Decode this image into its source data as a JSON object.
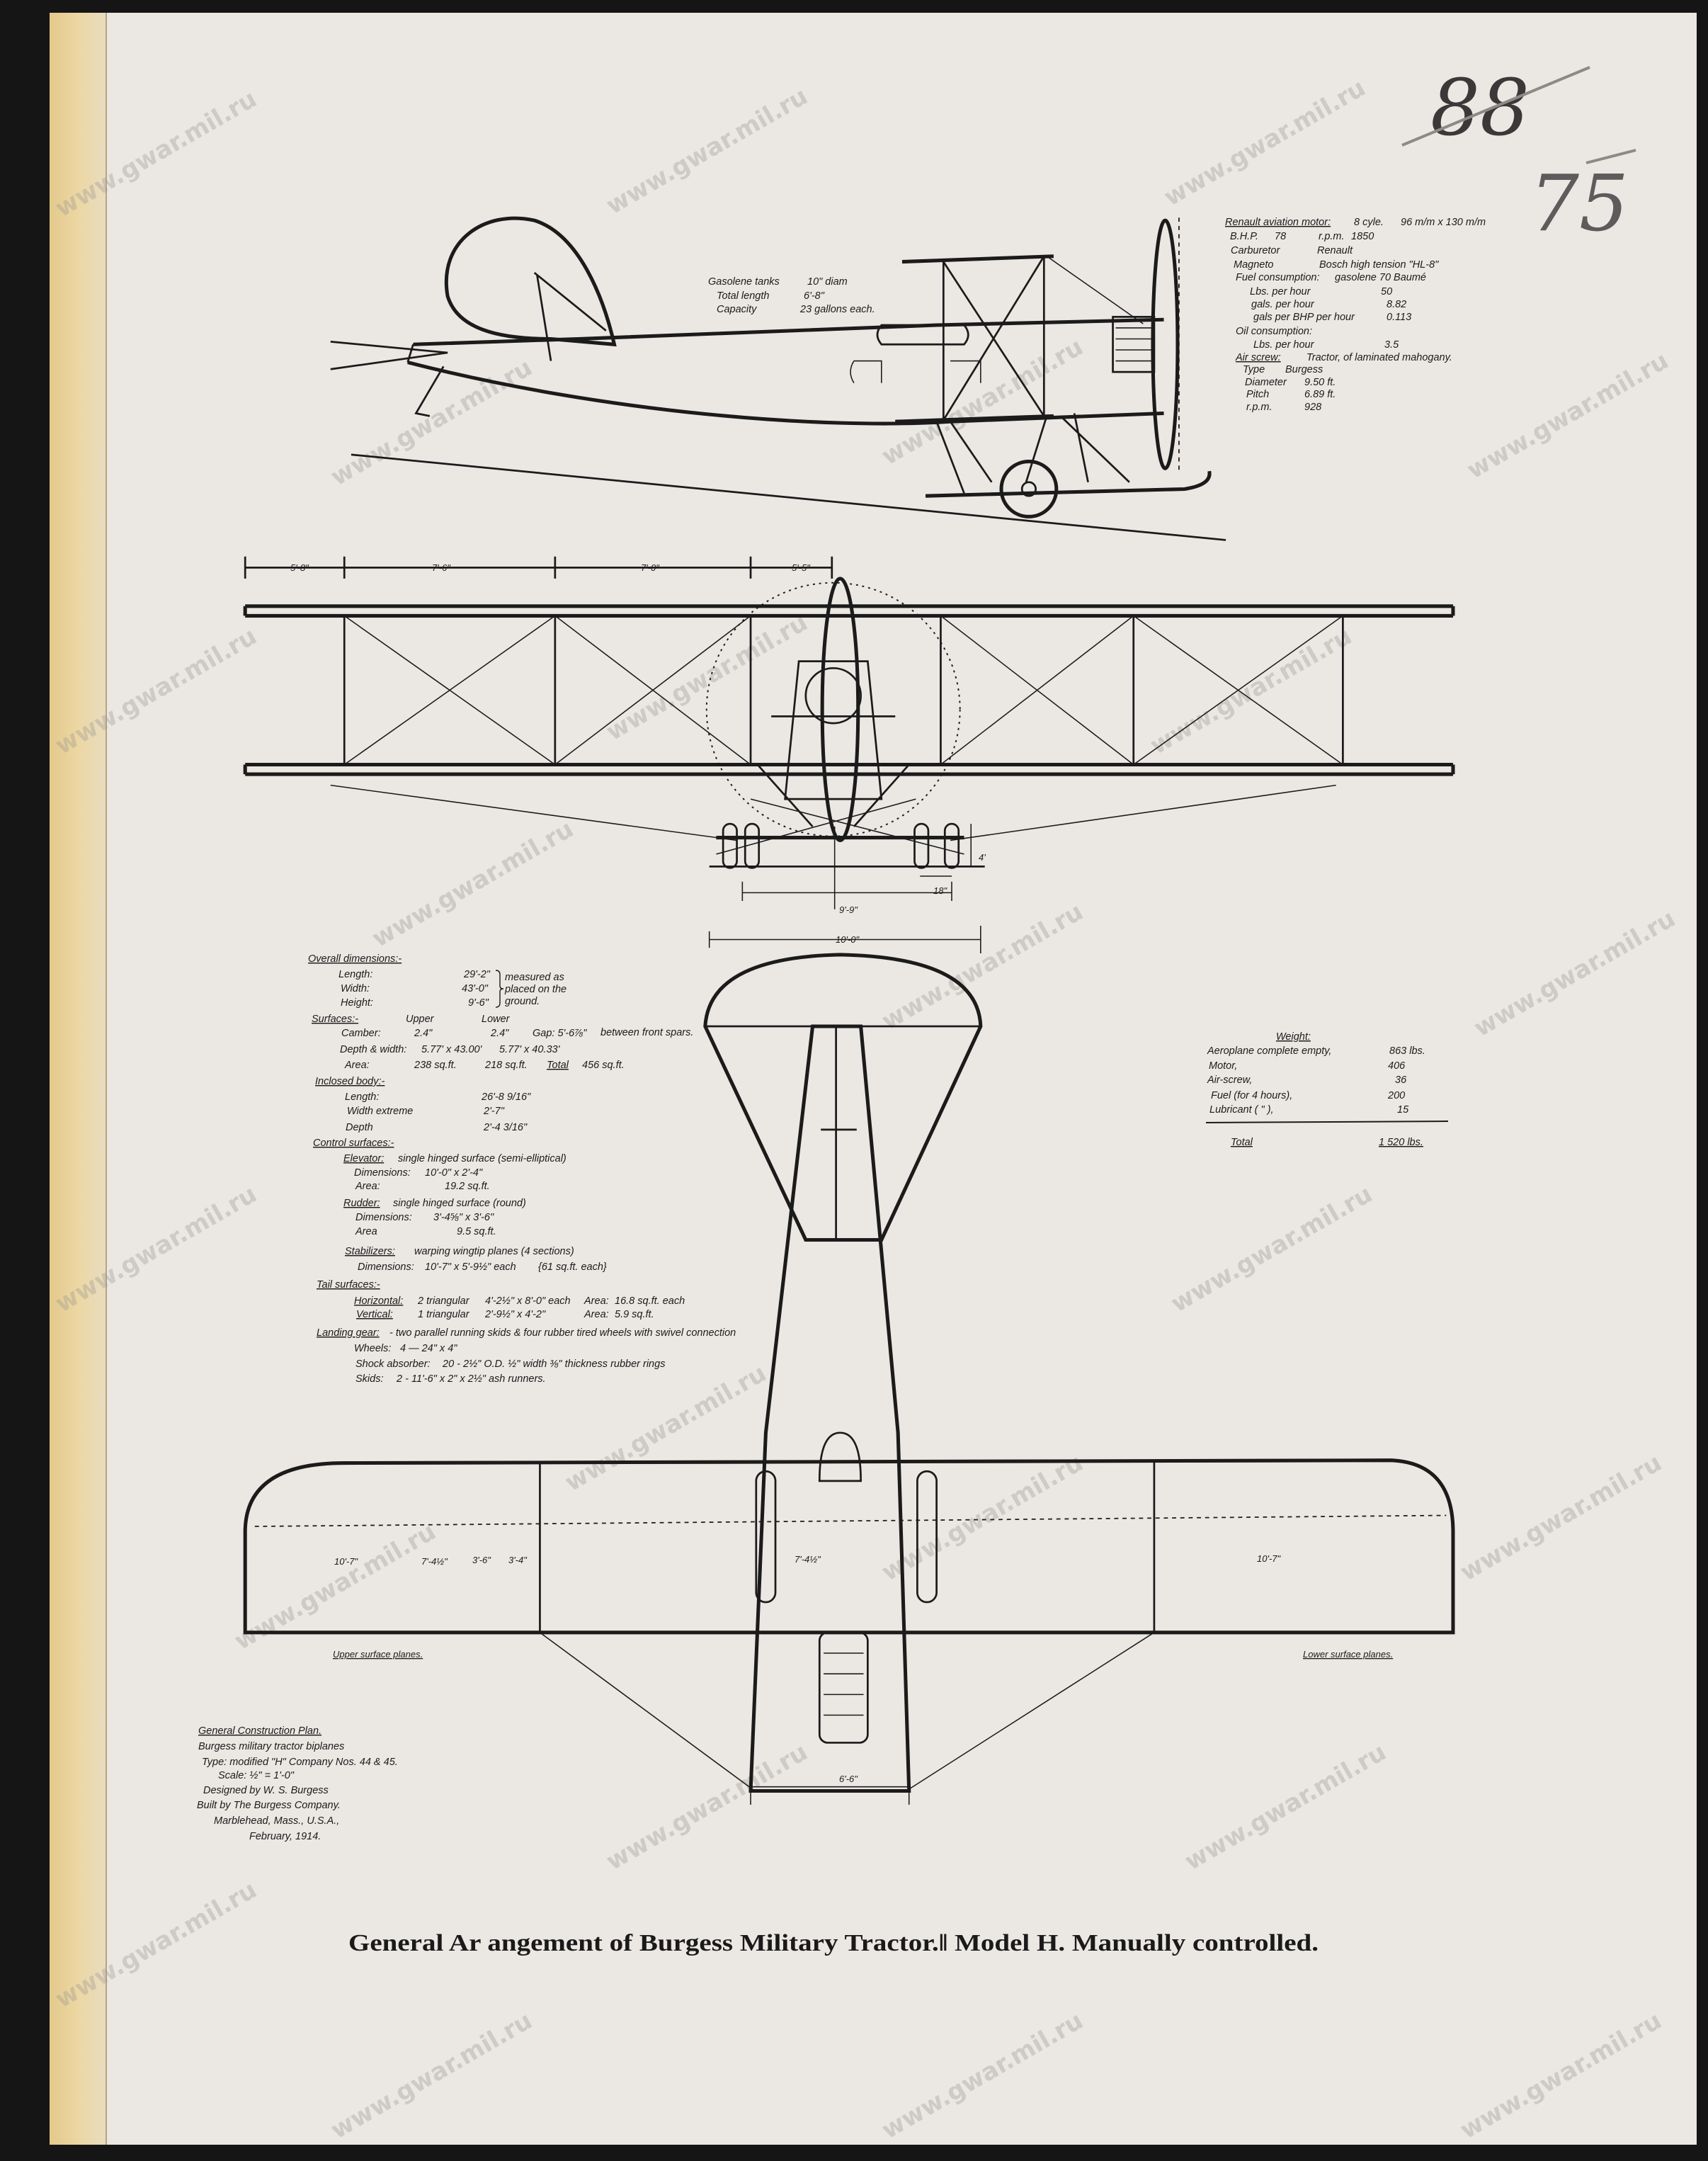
{
  "page_numbers": {
    "struck": "88",
    "current": "75"
  },
  "watermark": "www.gwar.mil.ru",
  "caption": "General Ar angement of Burgess Military Tractor.‖ Model H. Manually controlled.",
  "engine": {
    "title": "Renault aviation motor:",
    "cyl": "8 cyle.",
    "bore_stroke": "96 m/m x 130 m/m",
    "bhp_label": "B.H.P.",
    "bhp": "78",
    "rpm_label": "r.p.m.",
    "rpm": "1850",
    "carb_label": "Carburetor",
    "carb": "Renault",
    "magneto_label": "Magneto",
    "magneto": "Bosch high tension \"HL-8\"",
    "fuel_label": "Fuel consumption:",
    "fuel": "gasolene 70 Baumé",
    "fuel_rows": [
      {
        "label": "Lbs. per hour",
        "value": "50"
      },
      {
        "label": "gals. per hour",
        "value": "8.82"
      },
      {
        "label": "gals per BHP per hour",
        "value": "0.113"
      }
    ],
    "oil_label": "Oil consumption:",
    "oil_rows": [
      {
        "label": "Lbs. per hour",
        "value": "3.5"
      }
    ],
    "airscrew_label": "Air screw:",
    "airscrew": "Tractor, of laminated mahogany.",
    "airscrew_rows": [
      {
        "label": "Type",
        "value": "Burgess"
      },
      {
        "label": "Diameter",
        "value": "9.50 ft."
      },
      {
        "label": "Pitch",
        "value": "6.89 ft."
      },
      {
        "label": "r.p.m.",
        "value": "928"
      }
    ]
  },
  "tanks": {
    "label": "Gasolene tanks",
    "diam": "10\" diam",
    "length_label": "Total length",
    "length": "6'-8\"",
    "capacity_label": "Capacity",
    "capacity": "23 gallons each."
  },
  "front_dims": [
    "5'-8\"",
    "7'-6\"",
    "7'-0\"",
    "5'-5\"",
    "9'-9\"",
    "18\"",
    "4'"
  ],
  "plan_dims": {
    "tail_span": "10'-0\"",
    "outer": "10'-7\"",
    "inner": "7'-4½\"",
    "center_l": "3'-6\"",
    "center_r": "3'-4\"",
    "gear": "6'-6\"",
    "upper_label": "Upper surface planes.",
    "lower_label": "Lower surface planes."
  },
  "specs": {
    "overall_title": "Overall dimensions:-",
    "overall": [
      {
        "label": "Length:",
        "value": "29'-2\""
      },
      {
        "label": "Width:",
        "value": "43'-0\""
      },
      {
        "label": "Height:",
        "value": "9'-6\""
      }
    ],
    "overall_note": [
      "measured as",
      "placed on the",
      "ground."
    ],
    "surfaces_title": "Surfaces:-",
    "upper": "Upper",
    "lower": "Lower",
    "camber_label": "Camber:",
    "camber_upper": "2.4\"",
    "camber_lower": "2.4\"",
    "gap": "Gap: 5'-6⅞\"",
    "gap_note": "between front spars.",
    "depth_label": "Depth & width:",
    "depth_upper": "5.77' x 43.00'",
    "depth_lower": "5.77' x 40.33'",
    "area_label": "Area:",
    "area_upper": "238 sq.ft.",
    "area_lower": "218 sq.ft.",
    "total_label": "Total",
    "total": "456 sq.ft.",
    "body_title": "Inclosed body:-",
    "body": [
      {
        "label": "Length:",
        "value": "26'-8 9/16\""
      },
      {
        "label": "Width extreme",
        "value": "2'-7\""
      },
      {
        "label": "Depth",
        "value": "2'-4 3/16\""
      }
    ],
    "control_title": "Control surfaces:-",
    "elevator_label": "Elevator:",
    "elevator": "single hinged surface (semi-elliptical)",
    "elevator_dim_label": "Dimensions:",
    "elevator_dim": "10'-0\" x 2'-4\"",
    "elevator_area_label": "Area:",
    "elevator_area": "19.2 sq.ft.",
    "rudder_label": "Rudder:",
    "rudder": "single hinged surface (round)",
    "rudder_dim_label": "Dimensions:",
    "rudder_dim": "3'-4⅝\" x 3'-6\"",
    "rudder_area_label": "Area",
    "rudder_area": "9.5 sq.ft.",
    "stab_label": "Stabilizers:",
    "stab": "warping wingtip planes (4 sections)",
    "stab_dim_label": "Dimensions:",
    "stab_dim": "10'-7\" x 5'-9½\" each",
    "stab_area": "{61 sq.ft. each}",
    "tail_title": "Tail surfaces:-",
    "horiz_label": "Horizontal:",
    "horiz_count": "2 triangular",
    "horiz_dim": "4'-2½\" x 8'-0\" each",
    "horiz_area_label": "Area:",
    "horiz_area": "16.8 sq.ft. each",
    "vert_label": "Vertical:",
    "vert_count": "1 triangular",
    "vert_dim": "2'-9½\" x 4'-2\"",
    "vert_area_label": "Area:",
    "vert_area": "5.9 sq.ft.",
    "gear_label": "Landing gear:",
    "gear": "- two parallel running skids & four rubber tired wheels with swivel connection",
    "wheels_label": "Wheels:",
    "wheels": "4 — 24\" x 4\"",
    "shock_label": "Shock absorber:",
    "shock": "20 - 2½\" O.D. ½\" width ⅜\" thickness rubber rings",
    "skids_label": "Skids:",
    "skids": "2 - 11'-6\" x 2\" x 2½\" ash runners."
  },
  "weight": {
    "title": "Weight:",
    "rows": [
      {
        "label": "Aeroplane complete empty,",
        "value": "863 lbs."
      },
      {
        "label": "Motor,",
        "value": "406"
      },
      {
        "label": "Air-screw,",
        "value": "36"
      },
      {
        "label": "Fuel (for 4 hours),",
        "value": "200"
      },
      {
        "label": "Lubricant ( \" ),",
        "value": "15"
      }
    ],
    "total_label": "Total",
    "total": "1 520 lbs."
  },
  "plan_note": {
    "title": "General Construction Plan.",
    "lines": [
      "Burgess military tractor biplanes",
      "Type: modified \"H\" Company Nos. 44 & 45.",
      "Scale: ½\" = 1'-0\"",
      "Designed by W. S. Burgess",
      "Built by The Burgess Company.",
      "Marblehead, Mass., U.S.A.,",
      "February, 1914."
    ]
  }
}
